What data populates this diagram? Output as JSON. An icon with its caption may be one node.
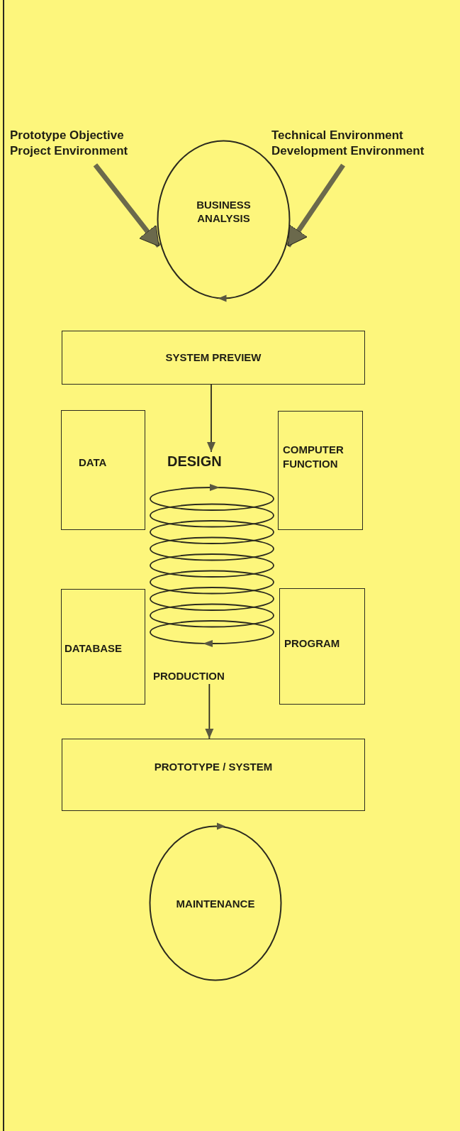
{
  "diagram": {
    "nodes": [
      {
        "text": [
          "Prototype Objective",
          "Project Environment"
        ]
      },
      {
        "text": [
          "Technical Environment",
          "Development Environment"
        ]
      },
      {
        "text": [
          "BUSINESS ANALYSIS"
        ]
      },
      {
        "text": [
          "SYSTEM PREVIEW"
        ]
      },
      {
        "text": [
          "DATA"
        ]
      },
      {
        "text": [
          "DESIGN"
        ]
      },
      {
        "text": [
          "COMPUTER FUNCTION"
        ]
      },
      {
        "text": [
          "DATABASE"
        ]
      },
      {
        "text": [
          "PRODUCTION"
        ]
      },
      {
        "text": [
          "PROGRAM"
        ]
      },
      {
        "text": [
          "PROTOTYPE / SYSTEM"
        ]
      },
      {
        "text": [
          "MAINTENANCE"
        ]
      }
    ],
    "edges": [
      {
        "from": 0,
        "to": 2,
        "arrow": "to",
        "style": "thick",
        "color": "#6b694c"
      },
      {
        "from": 1,
        "to": 2,
        "arrow": "to",
        "style": "thick",
        "color": "#6b694c"
      },
      {
        "from": 3,
        "to": 5,
        "arrow": "to"
      },
      {
        "from": 8,
        "to": 10,
        "arrow": "to"
      }
    ]
  }
}
